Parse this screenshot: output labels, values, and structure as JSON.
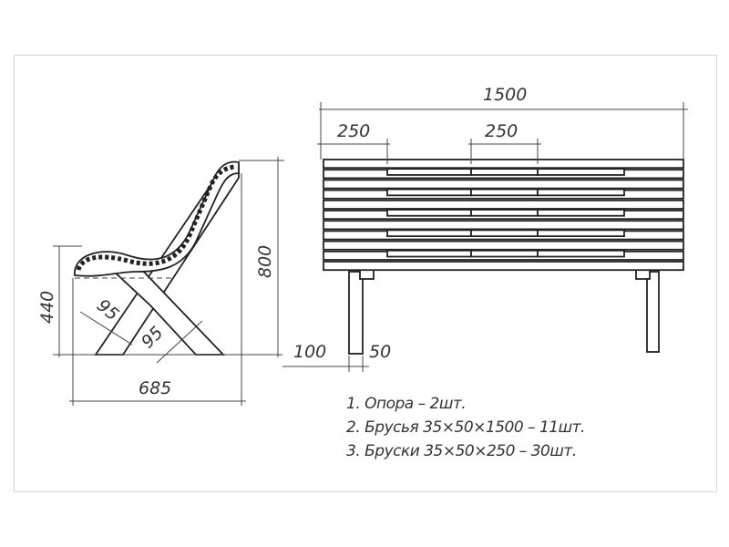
{
  "side_view": {
    "dim_width": "685",
    "dim_seat_height": "440",
    "dim_total_height": "800",
    "dim_leg_a": "95",
    "dim_leg_b": "95"
  },
  "front_view": {
    "dim_length": "1500",
    "dim_block_left": "250",
    "dim_block_center": "250",
    "dim_clearance": "100",
    "dim_leg": "50"
  },
  "legend": {
    "items": [
      "1. Опора – 2шт.",
      "2. Брусья 35×50×1500 – 11шт.",
      "3. Бруски 35×50×250 – 30шт."
    ]
  }
}
